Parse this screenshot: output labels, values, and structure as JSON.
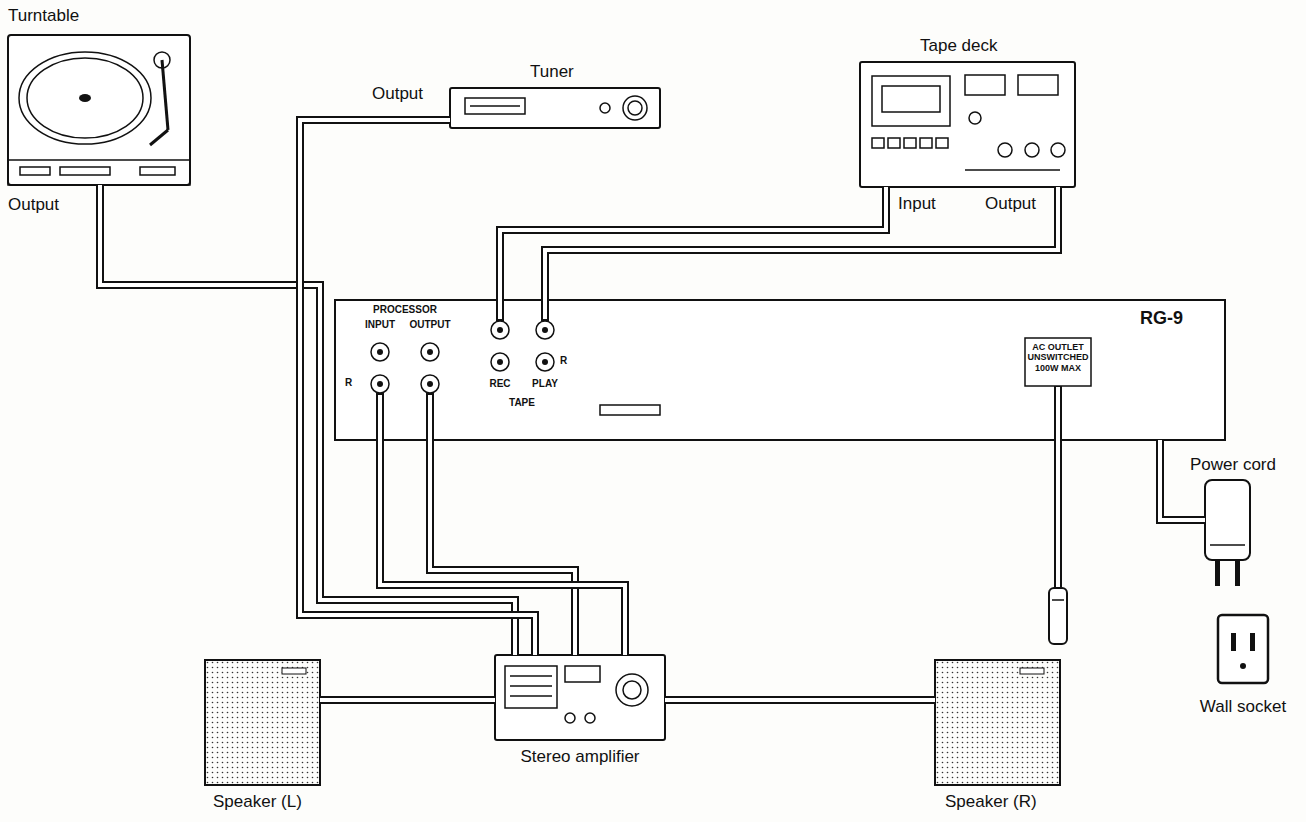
{
  "diagram": {
    "nodes": [
      {
        "text": [
          "Turntable",
          "Output"
        ]
      },
      {
        "text": [
          "Tuner",
          "Output"
        ]
      },
      {
        "text": [
          "Tape deck",
          "Input",
          "Output"
        ]
      },
      {
        "text": [
          "RG-9",
          "PROCESSOR",
          "INPUT",
          "OUTPUT",
          "TAPE",
          "REC",
          "PLAY",
          "R",
          "R",
          "AC OUTLET UNSWITCHED 100W MAX"
        ]
      },
      {
        "text": [
          "Power cord"
        ]
      },
      {
        "text": [
          "Speaker (L)"
        ]
      },
      {
        "text": [
          "Stereo amplifier"
        ]
      },
      {
        "text": [
          "Speaker (R)"
        ]
      },
      {
        "text": [
          "Wall socket"
        ]
      }
    ],
    "edges": [
      {
        "from": 0,
        "to": 6,
        "arrow": "none"
      },
      {
        "from": 1,
        "to": 6,
        "arrow": "none"
      },
      {
        "from": 2,
        "to": 3,
        "arrow": "none"
      },
      {
        "from": 3,
        "to": 2,
        "arrow": "none"
      },
      {
        "from": 3,
        "to": 6,
        "arrow": "none"
      },
      {
        "from": 6,
        "to": 3,
        "arrow": "none"
      },
      {
        "from": 6,
        "to": 5,
        "arrow": "none"
      },
      {
        "from": 6,
        "to": 7,
        "arrow": "none"
      },
      {
        "from": 3,
        "to": 4,
        "arrow": "none"
      }
    ]
  }
}
